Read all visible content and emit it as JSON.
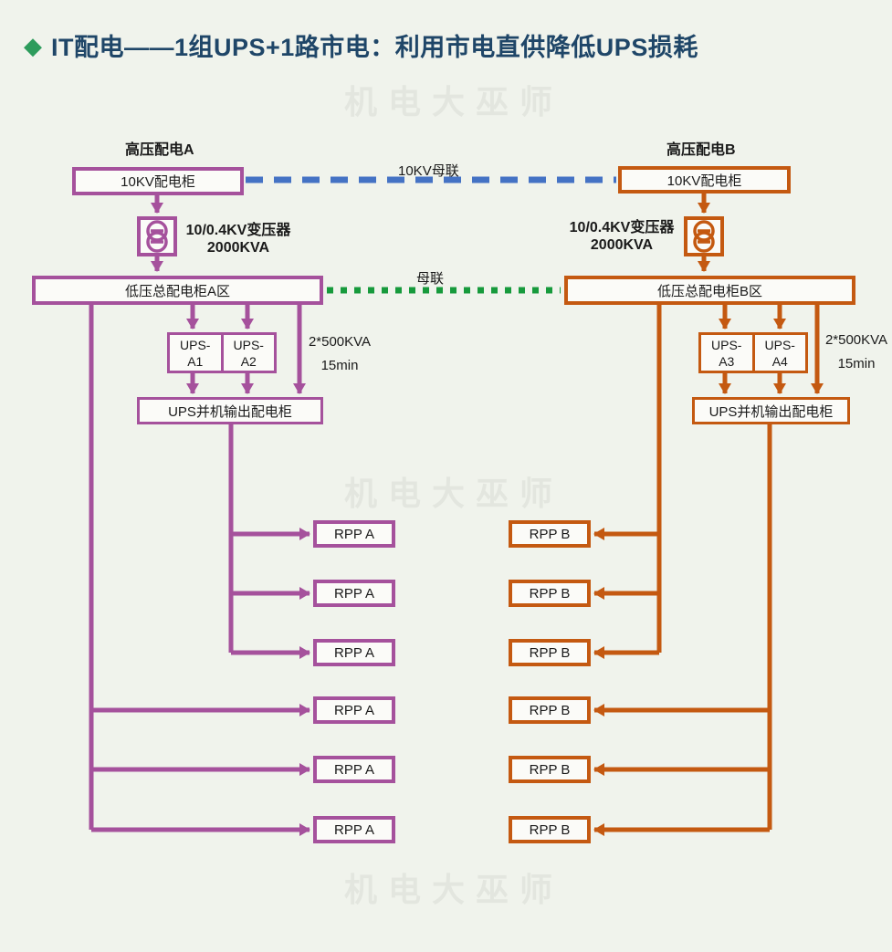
{
  "title": {
    "diamond": "◆",
    "text": "IT配电——1组UPS+1路市电：利用市电直供降低UPS损耗"
  },
  "watermark": "机电大巫师",
  "colors": {
    "purple": "#A5519C",
    "orange": "#C45911",
    "blue": "#4472C4",
    "green": "#179A3C",
    "title": "#1F4668",
    "diamond": "#2D9C5C",
    "background": "#F0F3EC",
    "watermark": "#E3E6DF"
  },
  "ties": {
    "hv_tie": "10KV母联",
    "lv_tie": "母联"
  },
  "side_a": {
    "hv_label": "高压配电A",
    "hv_cabinet": "10KV配电柜",
    "transformer_line1": "10/0.4KV变压器",
    "transformer_line2": "2000KVA",
    "lv_cabinet": "低压总配电柜A区",
    "ups1_line1": "UPS-",
    "ups1_line2": "A1",
    "ups2_line1": "UPS-",
    "ups2_line2": "A2",
    "capacity_line1": "2*500KVA",
    "capacity_line2": "15min",
    "ups_output_cabinet": "UPS并机输出配电柜",
    "rpp_labels": [
      "RPP A",
      "RPP A",
      "RPP A",
      "RPP A",
      "RPP A",
      "RPP A"
    ]
  },
  "side_b": {
    "hv_label": "高压配电B",
    "hv_cabinet": "10KV配电柜",
    "transformer_line1": "10/0.4KV变压器",
    "transformer_line2": "2000KVA",
    "lv_cabinet": "低压总配电柜B区",
    "ups1_line1": "UPS-",
    "ups1_line2": "A3",
    "ups2_line1": "UPS-",
    "ups2_line2": "A4",
    "capacity_line1": "2*500KVA",
    "capacity_line2": "15min",
    "ups_output_cabinet": "UPS并机输出配电柜",
    "rpp_labels": [
      "RPP B",
      "RPP B",
      "RPP B",
      "RPP B",
      "RPP B",
      "RPP B"
    ]
  }
}
